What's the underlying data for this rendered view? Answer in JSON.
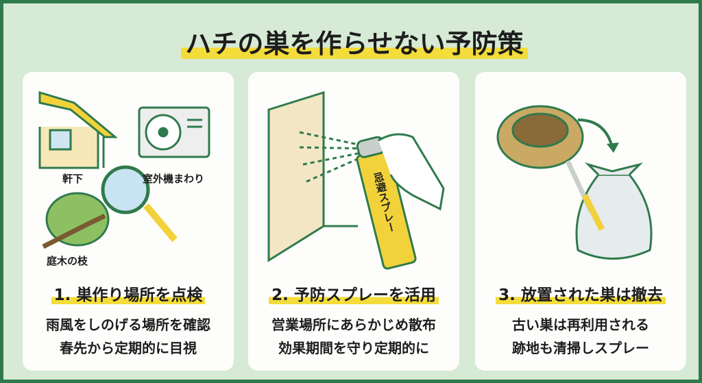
{
  "title": "ハチの巣を作らせない予防策",
  "panels": [
    {
      "heading": "1. 巣作り場所を点検",
      "lines": [
        "雨風をしのげる場所を確認",
        "春先から定期的に目視"
      ],
      "labels": {
        "eaves": "軒下",
        "ac_unit": "室外機まわり",
        "branches": "庭木の枝"
      }
    },
    {
      "heading": "2. 予防スプレーを活用",
      "lines": [
        "営業場所にあらかじめ散布",
        "効果期間を守り定期的に"
      ],
      "can_label": "忌避スプレー"
    },
    {
      "heading": "3. 放置された巣は撤去",
      "lines": [
        "古い巣は再利用される",
        "跡地も清掃しスプレー"
      ]
    }
  ],
  "colors": {
    "border": "#2f7a4c",
    "background": "#d6ead5",
    "highlight": "#f4dc3a"
  }
}
